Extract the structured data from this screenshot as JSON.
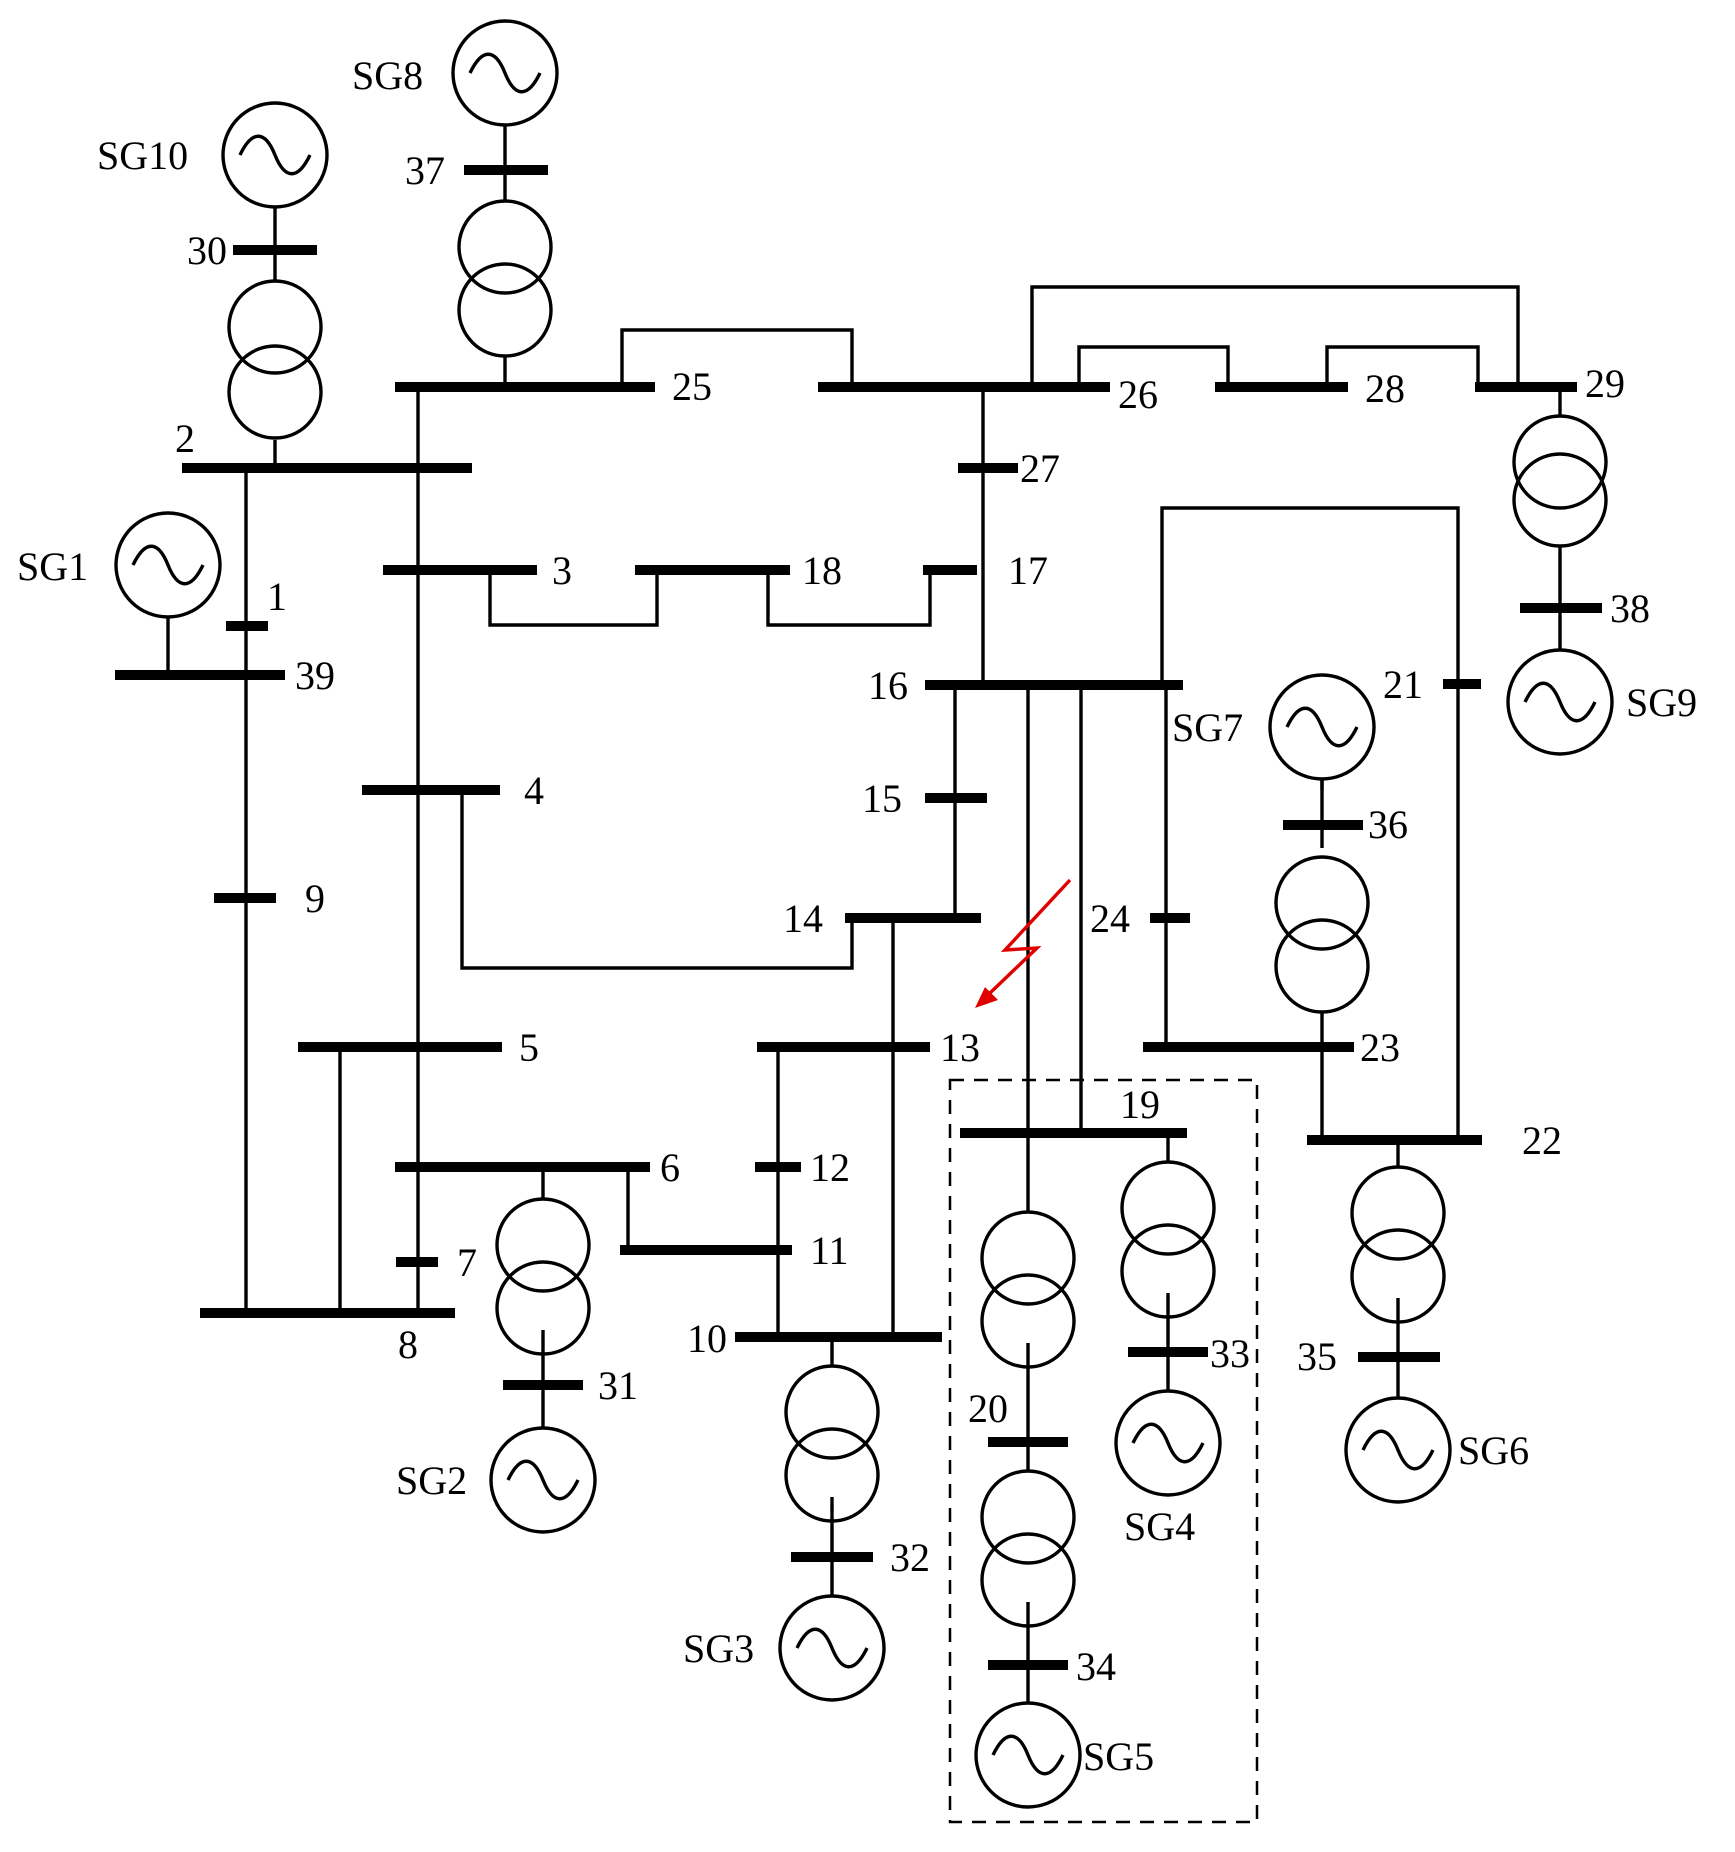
{
  "buses": [
    "1",
    "2",
    "3",
    "4",
    "5",
    "6",
    "7",
    "8",
    "9",
    "10",
    "11",
    "12",
    "13",
    "14",
    "15",
    "16",
    "17",
    "18",
    "19",
    "20",
    "21",
    "22",
    "23",
    "24",
    "25",
    "26",
    "27",
    "28",
    "29",
    "30",
    "31",
    "32",
    "33",
    "34",
    "35",
    "36",
    "37",
    "38",
    "39"
  ],
  "generators": [
    "SG1",
    "SG2",
    "SG3",
    "SG4",
    "SG5",
    "SG6",
    "SG7",
    "SG8",
    "SG9",
    "SG10"
  ],
  "colors": {
    "line": "#000000",
    "fault": "#e00000",
    "background": "#ffffff"
  },
  "icons": {
    "generator": "generator-icon",
    "transformer": "transformer-icon",
    "fault": "fault-icon"
  }
}
